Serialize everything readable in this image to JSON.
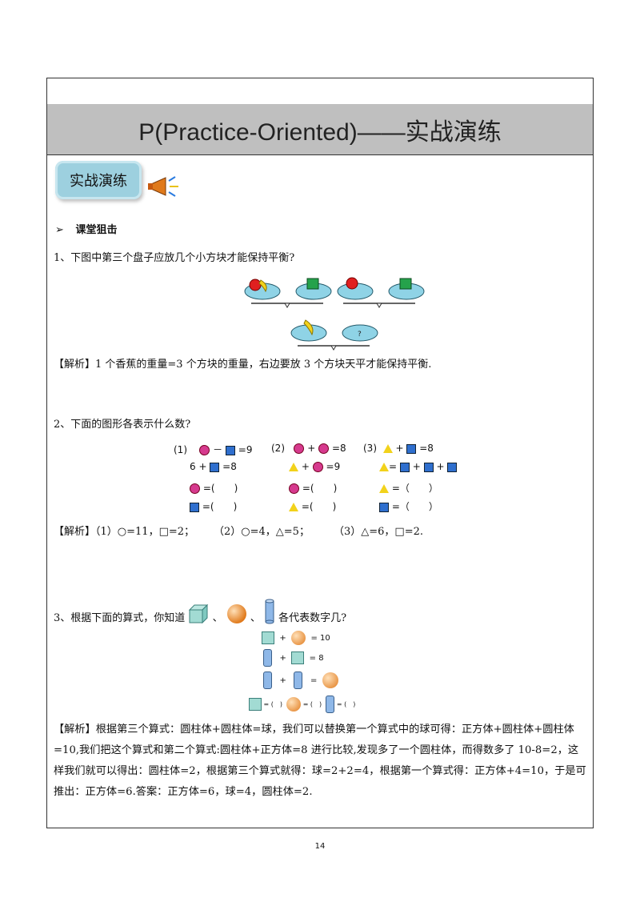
{
  "header": {
    "title": "P(Practice-Oriented)——实战演练"
  },
  "badge": {
    "label": "实战演练"
  },
  "section": {
    "arrow": "➢",
    "label": "课堂狙击"
  },
  "q1": {
    "question": "1、下图中第三个盘子应放几个小方块才能保持平衡?",
    "question_mark": "?",
    "answer_prefix": "【解析】",
    "answer": "1 个香蕉的重量=3 个方块的重量，右边要放 3 个方块天平才能保持平衡."
  },
  "q2": {
    "question": "2、下面的图形各表示什么数?",
    "groups": [
      {
        "label": "(1)",
        "row1_op": "－",
        "row1_res": "=9",
        "row2_a": "6 +",
        "row2_res": "=8",
        "ans1": "=(　　)",
        "ans2": "=(　　)"
      },
      {
        "label": "(2)",
        "row1_op": "+",
        "row1_res": "=8",
        "row2_a": "+",
        "row2_res": "=9",
        "ans1": "=(　　)",
        "ans2": "=(　　)"
      },
      {
        "label": "(3)",
        "row1_op": "+",
        "row1_res": "=8",
        "row2_a": "=",
        "row2_res": "",
        "ans1": "=（　　）",
        "ans2": "=（　　）"
      }
    ],
    "plus": "+",
    "answer_prefix": "【解析】",
    "answer_1": "（1）○=11，□=2；",
    "answer_2": "（2）○=4，△=5；",
    "answer_3": "（3）△=6，□=2."
  },
  "q3": {
    "question_a": "3、根据下面的算式，你知道",
    "sep1": "、",
    "sep2": "、",
    "question_b": "各代表数字几?",
    "eq1": "= 10",
    "eq2": "= 8",
    "eq3": "=",
    "ans_cube": "= (　)",
    "ans_ball": "= (　)",
    "ans_cyl": "= (　)",
    "plus": "+",
    "answer_prefix": "【解析】",
    "answer": "根据第三个算式：圆柱体+圆柱体=球，我们可以替换第一个算式中的球可得：正方体+圆柱体+圆柱体=10,我们把这个算式和第二个算式:圆柱体+正方体=8 进行比较,发现多了一个圆柱体，而得数多了 10-8=2，这样我们就可以得出：圆柱体=2，根据第三个算式就得：球=2+2=4，根据第一个算式得：正方体+4=10，于是可推出：正方体=6.答案：正方体=6，球=4，圆柱体=2."
  },
  "page_number": "14"
}
